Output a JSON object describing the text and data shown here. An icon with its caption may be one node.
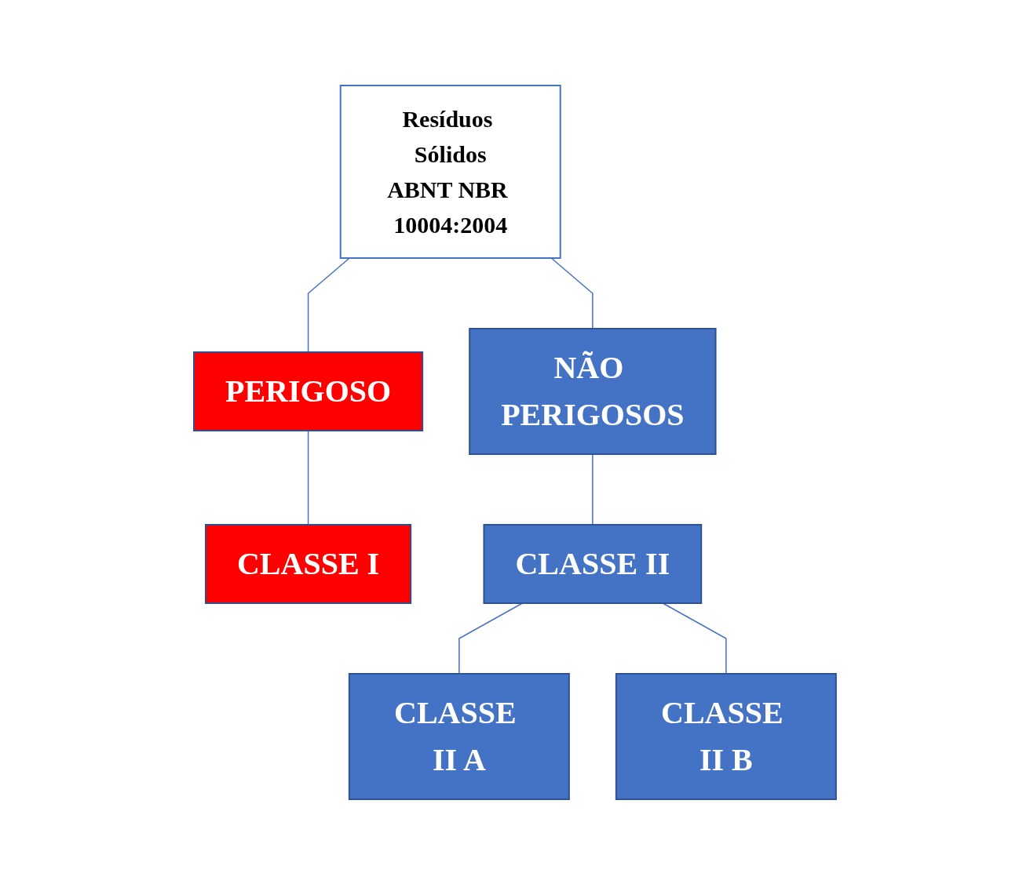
{
  "diagram": {
    "nodes": [
      {
        "text": [
          "Resíduos Sólidos",
          "ABNT NBR 10004:2004"
        ]
      },
      {
        "text": [
          "PERIGOSO"
        ]
      },
      {
        "text": [
          "NÃO PERIGOSOS"
        ]
      },
      {
        "text": [
          "CLASSE I"
        ]
      },
      {
        "text": [
          "CLASSE II"
        ]
      },
      {
        "text": [
          "CLASSE II A"
        ]
      },
      {
        "text": [
          "CLASSE II B"
        ]
      }
    ],
    "edges": [
      {
        "from": 0,
        "to": 1,
        "arrow": "none"
      },
      {
        "from": 0,
        "to": 2,
        "arrow": "none"
      },
      {
        "from": 1,
        "to": 3,
        "arrow": "none"
      },
      {
        "from": 2,
        "to": 4,
        "arrow": "none"
      },
      {
        "from": 4,
        "to": 5,
        "arrow": "none"
      },
      {
        "from": 4,
        "to": 6,
        "arrow": "none"
      }
    ]
  }
}
